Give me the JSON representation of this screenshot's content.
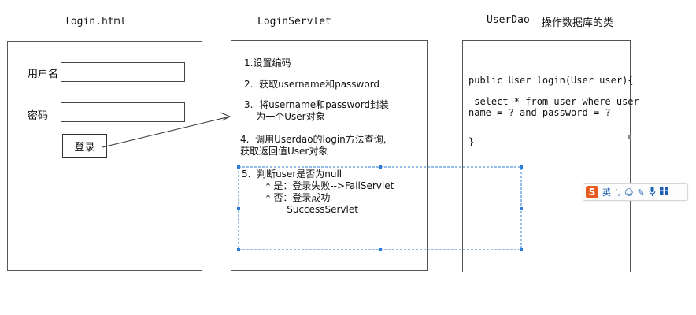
{
  "headers": {
    "login": "login.html",
    "servlet": "LoginServlet",
    "dao": "UserDao",
    "dao_desc": "操作数据库的类"
  },
  "login_form": {
    "username_label": "用户名",
    "password_label": "密码",
    "login_button": "登录"
  },
  "servlet_steps": [
    "1.设置编码",
    "2.  获取username和password",
    "3.  将username和password封装\n    为一个User对象",
    "4.  调用Userdao的login方法查询,\n获取返回值User对象",
    "5.  判断user是否为null\n        * 是：登录失败-->FailServlet\n        * 否：登录成功\n               SuccessServlet"
  ],
  "dao_code": {
    "signature": "public User login(User user){",
    "query": " select * from user where user\nname = ? and password = ?",
    "close": "}"
  },
  "ime_toolbar": {
    "logo": "S",
    "mode": "英",
    "items": [
      "punctuation-icon",
      "emoji-icon",
      "pen-icon",
      "mic-icon",
      "grid-icon"
    ],
    "logo_color": "#e85b1c"
  },
  "colors": {
    "selection_border": "#2b7bd6",
    "panel_border": "#555555"
  }
}
